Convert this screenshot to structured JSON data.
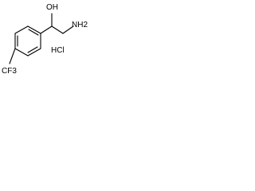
{
  "structure": {
    "hydroxyl_label": "OH",
    "amine_label": "NH2",
    "salt_label": "HCl",
    "trifluoromethyl_label": "CF3"
  }
}
